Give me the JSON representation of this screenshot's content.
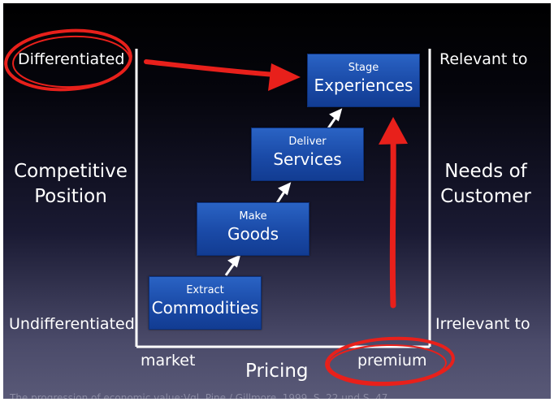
{
  "left_labels": {
    "top": "Differentiated",
    "middle_line1": "Competitive",
    "middle_line2": "Position",
    "bottom": "Undifferentiated"
  },
  "right_labels": {
    "top": "Relevant to",
    "middle_line1": "Needs of",
    "middle_line2": "Customer",
    "bottom": "Irrelevant to"
  },
  "steps": [
    {
      "verb": "Extract",
      "noun": "Commodities"
    },
    {
      "verb": "Make",
      "noun": "Goods"
    },
    {
      "verb": "Deliver",
      "noun": "Services"
    },
    {
      "verb": "Stage",
      "noun": "Experiences"
    }
  ],
  "bottom_labels": {
    "left": "market",
    "center": "Pricing",
    "right": "premium"
  },
  "caption": "The progression of economic value;Vgl. Pine / Gillmore, 1999, S. 22 und S. 47",
  "colors": {
    "accent_red": "#e8201b",
    "box_blue": "#1a4aa7",
    "frame_white": "#ffffff"
  }
}
